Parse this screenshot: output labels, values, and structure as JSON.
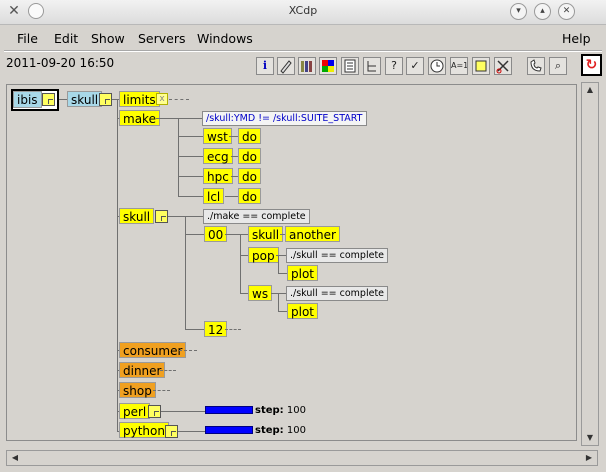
{
  "window": {
    "title": "XCdp"
  },
  "menu": {
    "file": "File",
    "edit": "Edit",
    "show": "Show",
    "servers": "Servers",
    "windows": "Windows",
    "help": "Help"
  },
  "toolbar": {
    "date": "2011-09-20 16:50",
    "icons": [
      "info-icon",
      "edit-icon",
      "books-icon",
      "color-grid-icon",
      "film-icon",
      "tree-icon",
      "help-icon",
      "check-icon",
      "clock-icon",
      "variable-icon",
      "note-icon",
      "scissors-icon",
      "phone-icon",
      "search-icon",
      "stop-icon"
    ],
    "info_glyph": "i",
    "help_glyph": "?",
    "check_glyph": "✓",
    "var_glyph": "A=1",
    "search_glyph": "⌕"
  },
  "tree": {
    "server": "ibis",
    "suite": "skull",
    "limits": "limits",
    "make": "make",
    "make_trigger": "/skull:YMD != /skull:SUITE_START",
    "make_children": [
      "wst",
      "ecg",
      "hpc",
      "lcl"
    ],
    "do_label": "do",
    "skull_family": "skull",
    "skull_trigger": "./make == complete",
    "f00": "00",
    "f00_skull": "skull",
    "another": "another",
    "pop": "pop",
    "pop_trigger": "./skull == complete",
    "plot": "plot",
    "ws": "ws",
    "ws_trigger": "./skull == complete",
    "f12": "12",
    "consumer": "consumer",
    "dinner": "dinner",
    "shop": "shop",
    "perl": "perl",
    "python": "python",
    "step_label": "step:",
    "perl_step": "100",
    "python_step": "100"
  },
  "colors": {
    "queued": "#ffff00",
    "unknown": "#f0a020",
    "server": "#a8d8e8",
    "meter": "#0000ff"
  }
}
